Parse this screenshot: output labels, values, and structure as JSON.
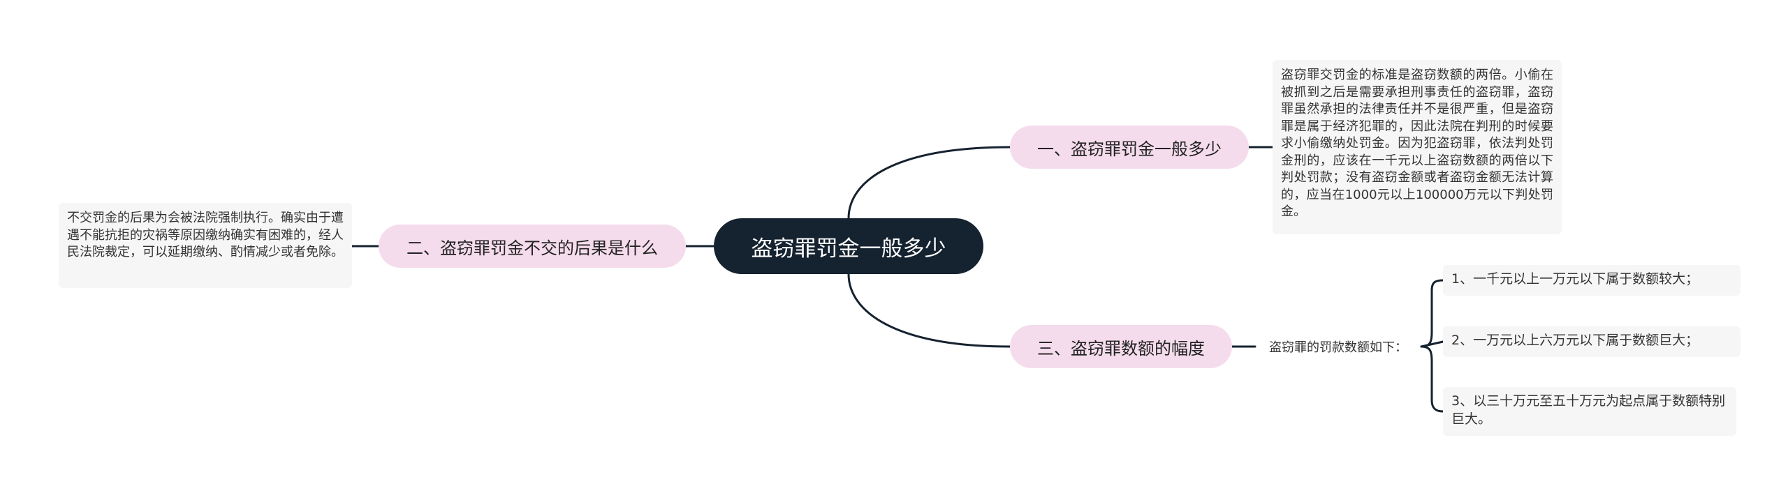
{
  "root": {
    "label": "盗窃罪罚金一般多少"
  },
  "topics": [
    {
      "label": "一、盗窃罪罚金一般多少"
    },
    {
      "label": "二、盗窃罪罚金不交的后果是什么"
    },
    {
      "label": "三、盗窃罪数额的幅度"
    }
  ],
  "notes": {
    "topic1": "盗窃罪交罚金的标准是盗窃数额的两倍。小偷在被抓到之后是需要承担刑事责任的盗窃罪，盗窃罪虽然承担的法律责任并不是很严重，但是盗窃罪是属于经济犯罪的，因此法院在判刑的时候要求小偷缴纳处罚金。因为犯盗窃罪，依法判处罚金刑的，应该在一千元以上盗窃数额的两倍以下判处罚款；没有盗窃金额或者盗窃金额无法计算的，应当在1000元以上100000万元以下判处罚金。",
    "topic2": "不交罚金的后果为会被法院强制执行。确实由于遭遇不能抗拒的灾祸等原因缴纳确实有困难的，经人民法院裁定，可以延期缴纳、酌情减少或者免除。"
  },
  "topic3": {
    "mid_label": "盗窃罪的罚款数额如下：",
    "leaves": [
      "1、一千元以上一万元以下属于数额较大；",
      "2、一万元以上六万元以下属于数额巨大；",
      "3、以三十万元至五十万元为起点属于数额特别巨大。"
    ]
  },
  "colors": {
    "root_bg": "#15222f",
    "topic_bg": "#f5dcec",
    "note_bg": "#f6f6f6",
    "line": "#15222f"
  }
}
